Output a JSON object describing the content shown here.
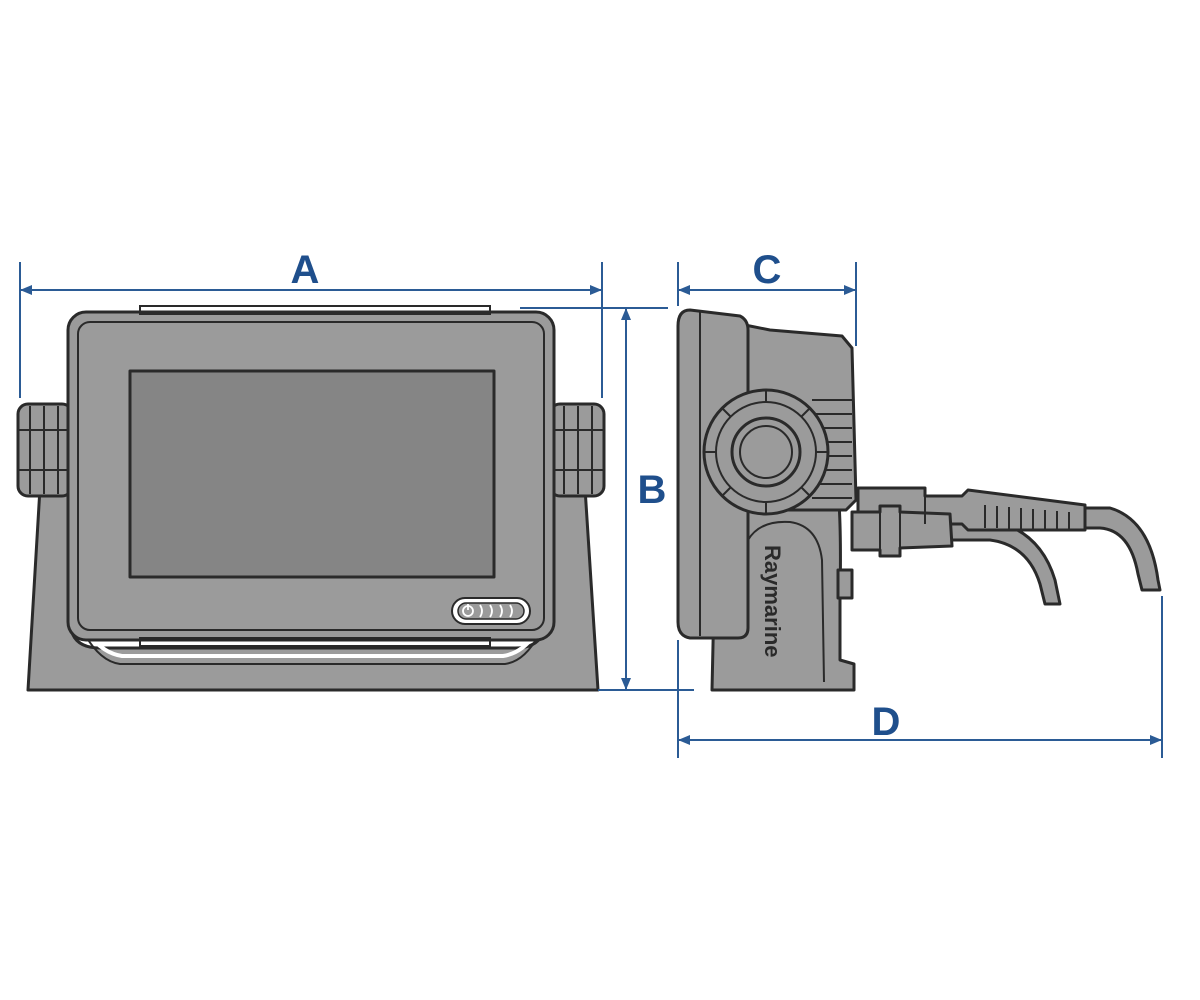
{
  "dimensions": {
    "a": {
      "label": "A"
    },
    "b": {
      "label": "B"
    },
    "c": {
      "label": "C"
    },
    "d": {
      "label": "D"
    }
  },
  "device": {
    "brand_text": "Raymarine"
  },
  "colors": {
    "dimension": "#2b5b95",
    "label": "#1f4f8c",
    "body": "#9b9b9b",
    "body_dark": "#8a8a8a",
    "screen": "#858585",
    "outline": "#2a2a2a",
    "highlight": "#ffffff"
  },
  "icons": {
    "power_button": "power-icon",
    "touch_strip": "chevron-strip-icon"
  }
}
